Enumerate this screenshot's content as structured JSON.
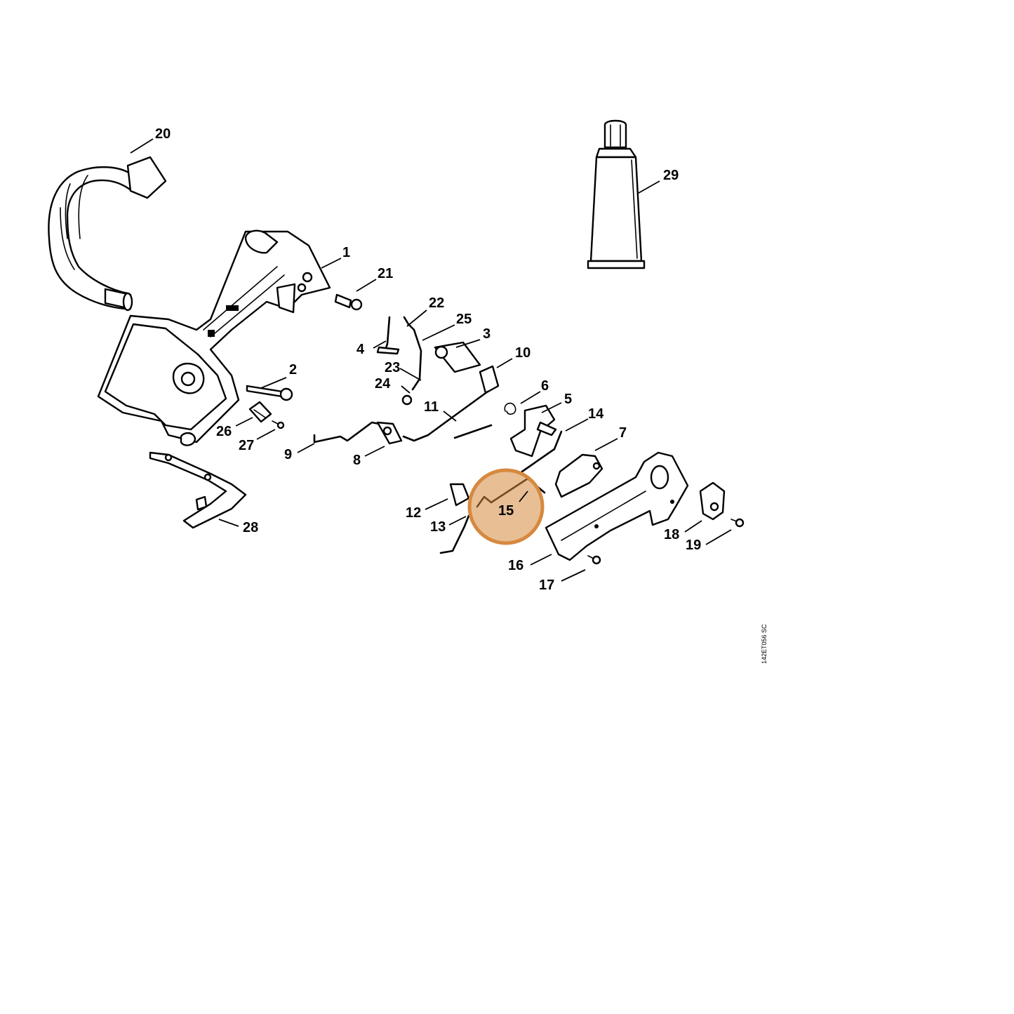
{
  "diagram": {
    "reference_code": "142ET056 SC",
    "highlight": {
      "part": "15",
      "color": "#D6893E"
    },
    "labels": [
      "1",
      "2",
      "3",
      "4",
      "5",
      "6",
      "7",
      "8",
      "9",
      "10",
      "11",
      "12",
      "13",
      "14",
      "15",
      "16",
      "17",
      "18",
      "19",
      "20",
      "21",
      "22",
      "23",
      "24",
      "25",
      "26",
      "27",
      "28",
      "29"
    ]
  }
}
